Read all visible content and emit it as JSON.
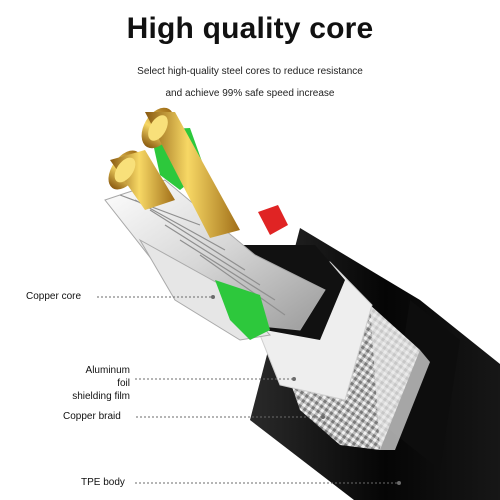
{
  "title": "High quality core",
  "subtitle_line1": "Select high-quality steel cores to reduce resistance",
  "subtitle_line2": "and achieve 99% safe speed increase",
  "labels": {
    "copper_core": "Copper core",
    "aluminum_foil_line1": "Aluminum foil",
    "aluminum_foil_line2": "shielding film",
    "copper_braid": "Copper braid",
    "tpe_body": "TPE body"
  },
  "colors": {
    "body": "#0b0b0b",
    "wire_green": "#2dc83c",
    "wire_red": "#e02424",
    "gold": "#e0b43a",
    "silver": "#e8e8e8"
  }
}
